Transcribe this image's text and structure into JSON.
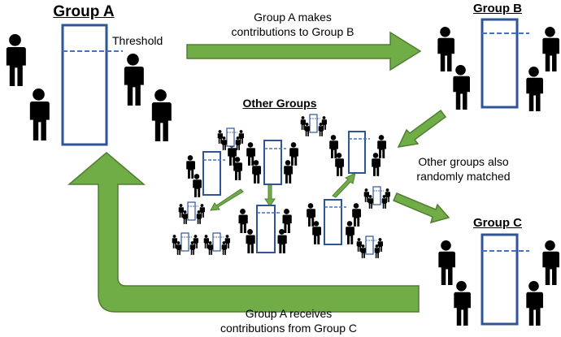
{
  "groups": {
    "a": {
      "title": "Group A",
      "threshold_label": "Threshold"
    },
    "b": {
      "title": "Group B"
    },
    "c": {
      "title": "Group C"
    },
    "others": {
      "title": "Other Groups"
    }
  },
  "arrows": {
    "a_to_b": {
      "line1": "Group A makes",
      "line2": "contributions to Group B"
    },
    "c_to_a": {
      "line1": "Group A receives",
      "line2": "contributions from Group C"
    },
    "others_matched": {
      "line1": "Other groups also",
      "line2": "randomly matched"
    }
  },
  "colors": {
    "box_stroke": "#2f5597",
    "threshold_line": "#4472c4",
    "arrow_fill": "#70ad47",
    "arrow_stroke": "#507e32",
    "person": "#000000"
  },
  "icons": {
    "person": "person-icon",
    "arrow": "arrow-icon",
    "threshold": "threshold-line"
  }
}
